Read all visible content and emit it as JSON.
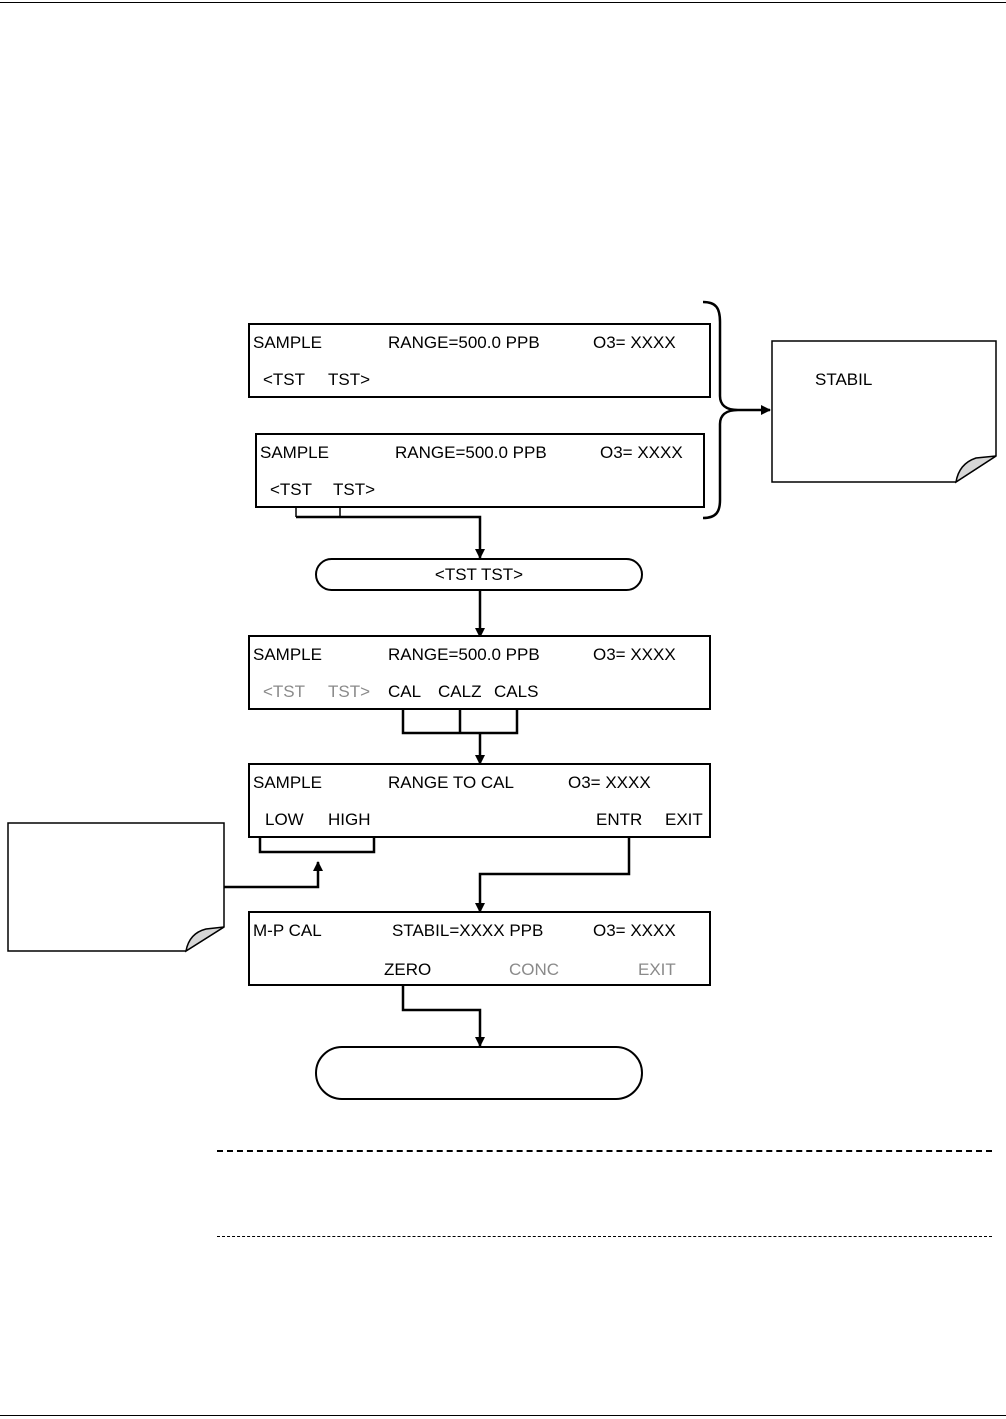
{
  "screen1": {
    "mode": "SAMPLE",
    "range": "RANGE=500.0 PPB",
    "conc": "O3= XXXX",
    "key1": "<TST",
    "key2": "TST>"
  },
  "screen2": {
    "mode": "SAMPLE",
    "range": "RANGE=500.0 PPB",
    "conc": "O3= XXXX",
    "key1": "<TST",
    "key2": "TST>"
  },
  "pill_tst": {
    "label": "<TST TST>"
  },
  "screen3": {
    "mode": "SAMPLE",
    "range": "RANGE=500.0 PPB",
    "conc": "O3= XXXX",
    "key1": "<TST",
    "key2": "TST>",
    "key3": "CAL",
    "key4": "CALZ",
    "key5": "CALS"
  },
  "screen4": {
    "mode": "SAMPLE",
    "range": "RANGE TO CAL",
    "conc": "O3= XXXX",
    "key1": "LOW",
    "key2": "HIGH",
    "key3": "ENTR",
    "key4": "EXIT"
  },
  "screen5": {
    "mode": "M-P CAL",
    "stabil": "STABIL=XXXX PPB",
    "conc": "O3= XXXX",
    "key1": "ZERO",
    "key2": "CONC",
    "key3": "EXIT"
  },
  "note_right": {
    "text": "STABIL"
  },
  "colors": {
    "dim_text": "#8a8a8a",
    "line": "#000000"
  }
}
